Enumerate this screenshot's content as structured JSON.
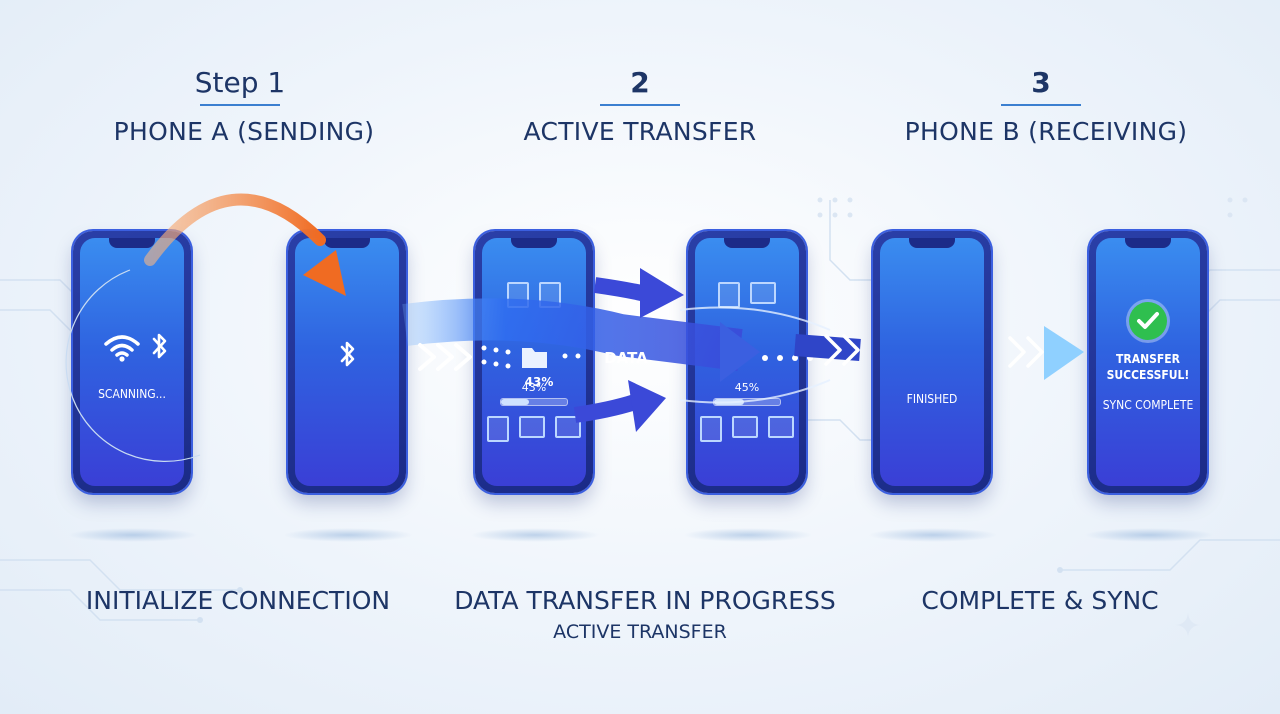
{
  "steps": [
    {
      "number": "Step 1",
      "title": "PHONE A (SENDING)",
      "caption": "INITIALIZE CONNECTION",
      "subcaption": ""
    },
    {
      "number": "2",
      "title": "ACTIVE TRANSFER",
      "caption": "DATA TRANSFER IN PROGRESS",
      "subcaption": "ACTIVE TRANSFER"
    },
    {
      "number": "3",
      "title": "PHONE B (RECEIVING)",
      "caption": "COMPLETE & SYNC",
      "subcaption": ""
    }
  ],
  "phones": {
    "p1": {
      "status": "SCANNING...",
      "icons": [
        "wifi-icon",
        "bluetooth-icon"
      ]
    },
    "p2": {
      "icons": [
        "bluetooth-icon"
      ]
    },
    "p3": {
      "progress_label": "43%",
      "progress": 0.43
    },
    "p4": {
      "progress_label": "45%",
      "progress": 0.45
    },
    "p5": {
      "status": "FINISHED"
    },
    "p6": {
      "line1": "TRANSFER",
      "line2": "SUCCESSFUL!",
      "line3": "SYNC COMPLETE",
      "icons": [
        "checkmark-icon"
      ]
    }
  },
  "flow": {
    "label": "DATA"
  },
  "colors": {
    "accent_orange": "#f07a2a",
    "flow_blue": "#2f6df0",
    "phone_dark": "#1a2a86",
    "success_green": "#2fbf4f",
    "text_navy": "#1d3566"
  }
}
